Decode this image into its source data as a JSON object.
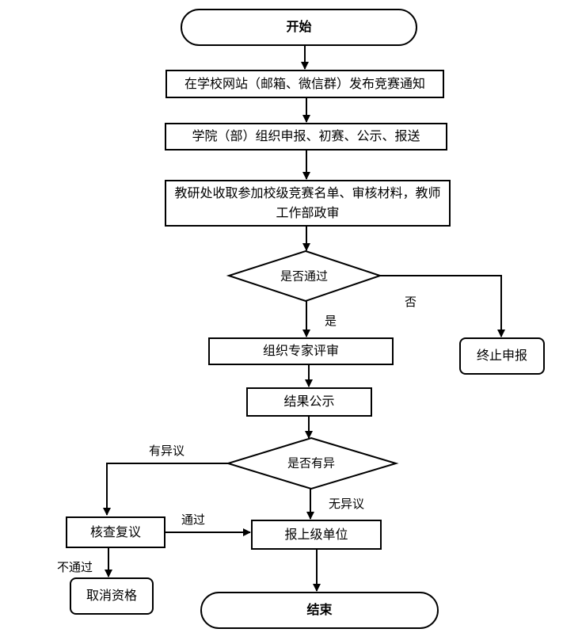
{
  "nodes": {
    "start": "开始",
    "publish": "在学校网站（邮箱、微信群）发布竞赛通知",
    "college": "学院（部）组织申报、初赛、公示、报送",
    "collect": "教研处收取参加校级竞赛名单、审核材料，教师工作部政审",
    "pass_check": "是否通过",
    "terminate": "终止申报",
    "expert_review": "组织专家评审",
    "publicize": "结果公示",
    "objection_check": "是否有异",
    "recheck": "核查复议",
    "report": "报上级单位",
    "cancel": "取消资格",
    "end": "结束"
  },
  "labels": {
    "no": "否",
    "yes": "是",
    "has_objection": "有异议",
    "no_objection": "无异议",
    "passed": "通过",
    "not_passed": "不通过"
  }
}
